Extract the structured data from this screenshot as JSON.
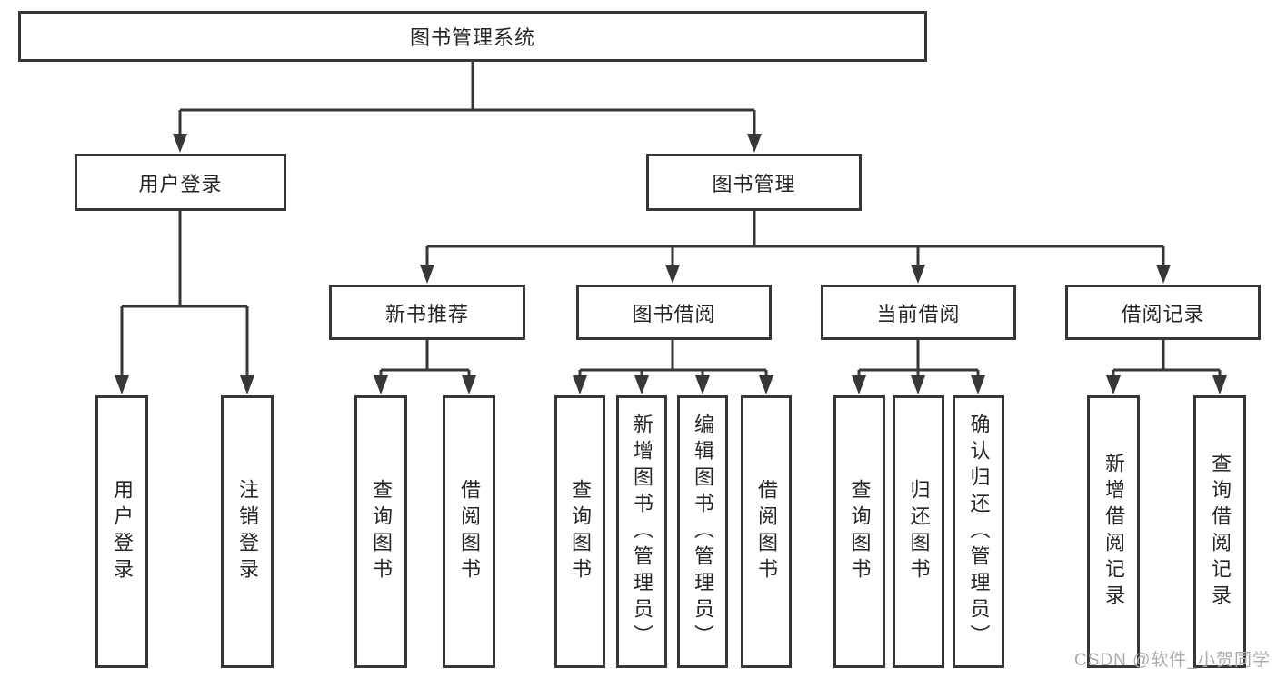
{
  "diagram": {
    "type": "hierarchy-tree",
    "colors": {
      "line": "#373737",
      "box_border": "#373737",
      "text": "#262626",
      "background": "#ffffff",
      "watermark_text_color": "#ababab"
    },
    "watermark": {
      "text": "CSDN @软件_小贺同学"
    },
    "tree": {
      "root": {
        "label": "图书管理系统",
        "children": [
          {
            "label": "用户登录",
            "children": [
              {
                "label": "用户登录"
              },
              {
                "label": "注销登录"
              }
            ]
          },
          {
            "label": "图书管理",
            "children": [
              {
                "label": "新书推荐",
                "children": [
                  {
                    "label": "查询图书"
                  },
                  {
                    "label": "借阅图书"
                  }
                ]
              },
              {
                "label": "图书借阅",
                "children": [
                  {
                    "label": "查询图书"
                  },
                  {
                    "label": "新增图书（管理员）"
                  },
                  {
                    "label": "编辑图书（管理员）"
                  },
                  {
                    "label": "借阅图书"
                  }
                ]
              },
              {
                "label": "当前借阅",
                "children": [
                  {
                    "label": "查询图书"
                  },
                  {
                    "label": "归还图书"
                  },
                  {
                    "label": "确认归还（管理员）"
                  }
                ]
              },
              {
                "label": "借阅记录",
                "children": [
                  {
                    "label": "新增借阅记录"
                  },
                  {
                    "label": "查询借阅记录"
                  }
                ]
              }
            ]
          }
        ]
      }
    }
  }
}
